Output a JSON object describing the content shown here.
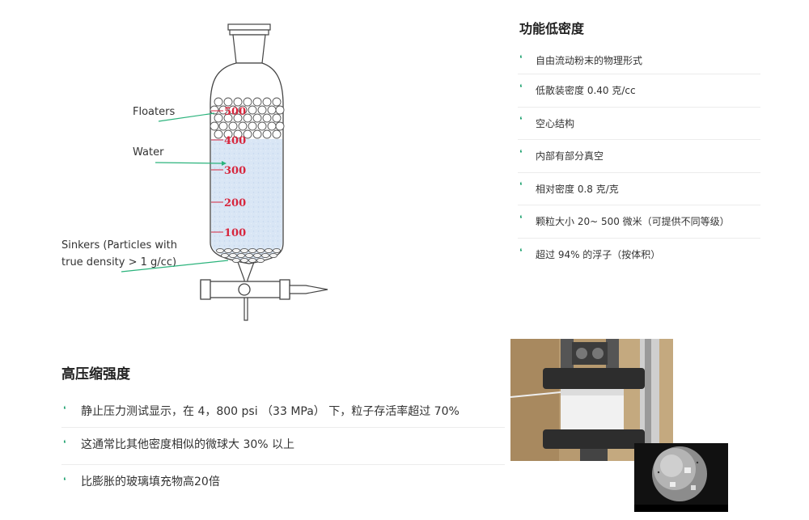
{
  "diagram": {
    "labels": {
      "floaters": "Floaters",
      "water": "Water",
      "sinkers_line1": "Sinkers (Particles with",
      "sinkers_line2": "true density > 1 g/cc)"
    },
    "scale_marks": [
      "500",
      "400",
      "300",
      "200",
      "100"
    ],
    "colors": {
      "pointer": "#2bb37c",
      "marks": "#d7263d",
      "water": "#d6e4f4"
    }
  },
  "features": {
    "title": "功能低密度",
    "items": [
      "自由流动粉末的物理形式",
      "低散装密度 0.40 克/cc",
      "空心结构",
      "内部有部分真空",
      "相对密度 0.8 克/克",
      "颗粒大小 20~ 500 微米（可提供不同等级）",
      "超过 94% 的浮子（按体积）"
    ]
  },
  "compression": {
    "title": "高压缩强度",
    "items": [
      "静止压力测试显示，在 4，800 psi （33 MPa） 下，粒子存活率超过 70%",
      "这通常比其他密度相似的微球大 30% 以上",
      "比膨胀的玻璃填充物高20倍"
    ]
  },
  "accent_color": "#1aa06d"
}
